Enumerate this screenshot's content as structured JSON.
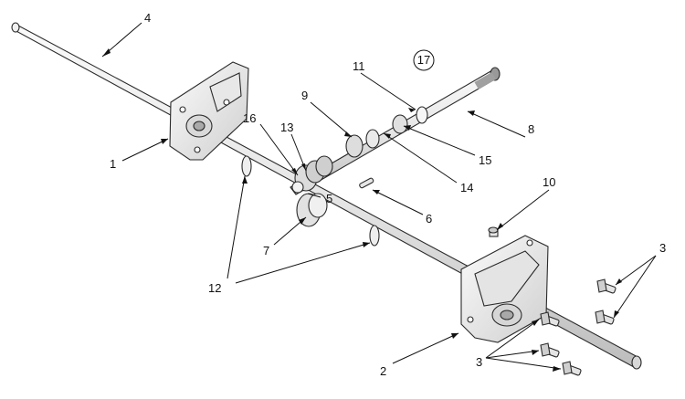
{
  "diagram": {
    "callouts": [
      {
        "id": "c1",
        "text": "1"
      },
      {
        "id": "c2",
        "text": "2"
      },
      {
        "id": "c3a",
        "text": "3"
      },
      {
        "id": "c3b",
        "text": "3"
      },
      {
        "id": "c4",
        "text": "4"
      },
      {
        "id": "c5",
        "text": "5"
      },
      {
        "id": "c6",
        "text": "6"
      },
      {
        "id": "c7",
        "text": "7"
      },
      {
        "id": "c8",
        "text": "8"
      },
      {
        "id": "c9",
        "text": "9"
      },
      {
        "id": "c10",
        "text": "10"
      },
      {
        "id": "c11",
        "text": "11"
      },
      {
        "id": "c12",
        "text": "12"
      },
      {
        "id": "c13",
        "text": "13"
      },
      {
        "id": "c14",
        "text": "14"
      },
      {
        "id": "c15",
        "text": "15"
      },
      {
        "id": "c16",
        "text": "16"
      },
      {
        "id": "c17",
        "text": "17"
      }
    ],
    "colors": {
      "line": "#111111",
      "part_fill": "#f4f4f4",
      "part_shade": "#cfcfcf",
      "background": "#ffffff"
    }
  }
}
